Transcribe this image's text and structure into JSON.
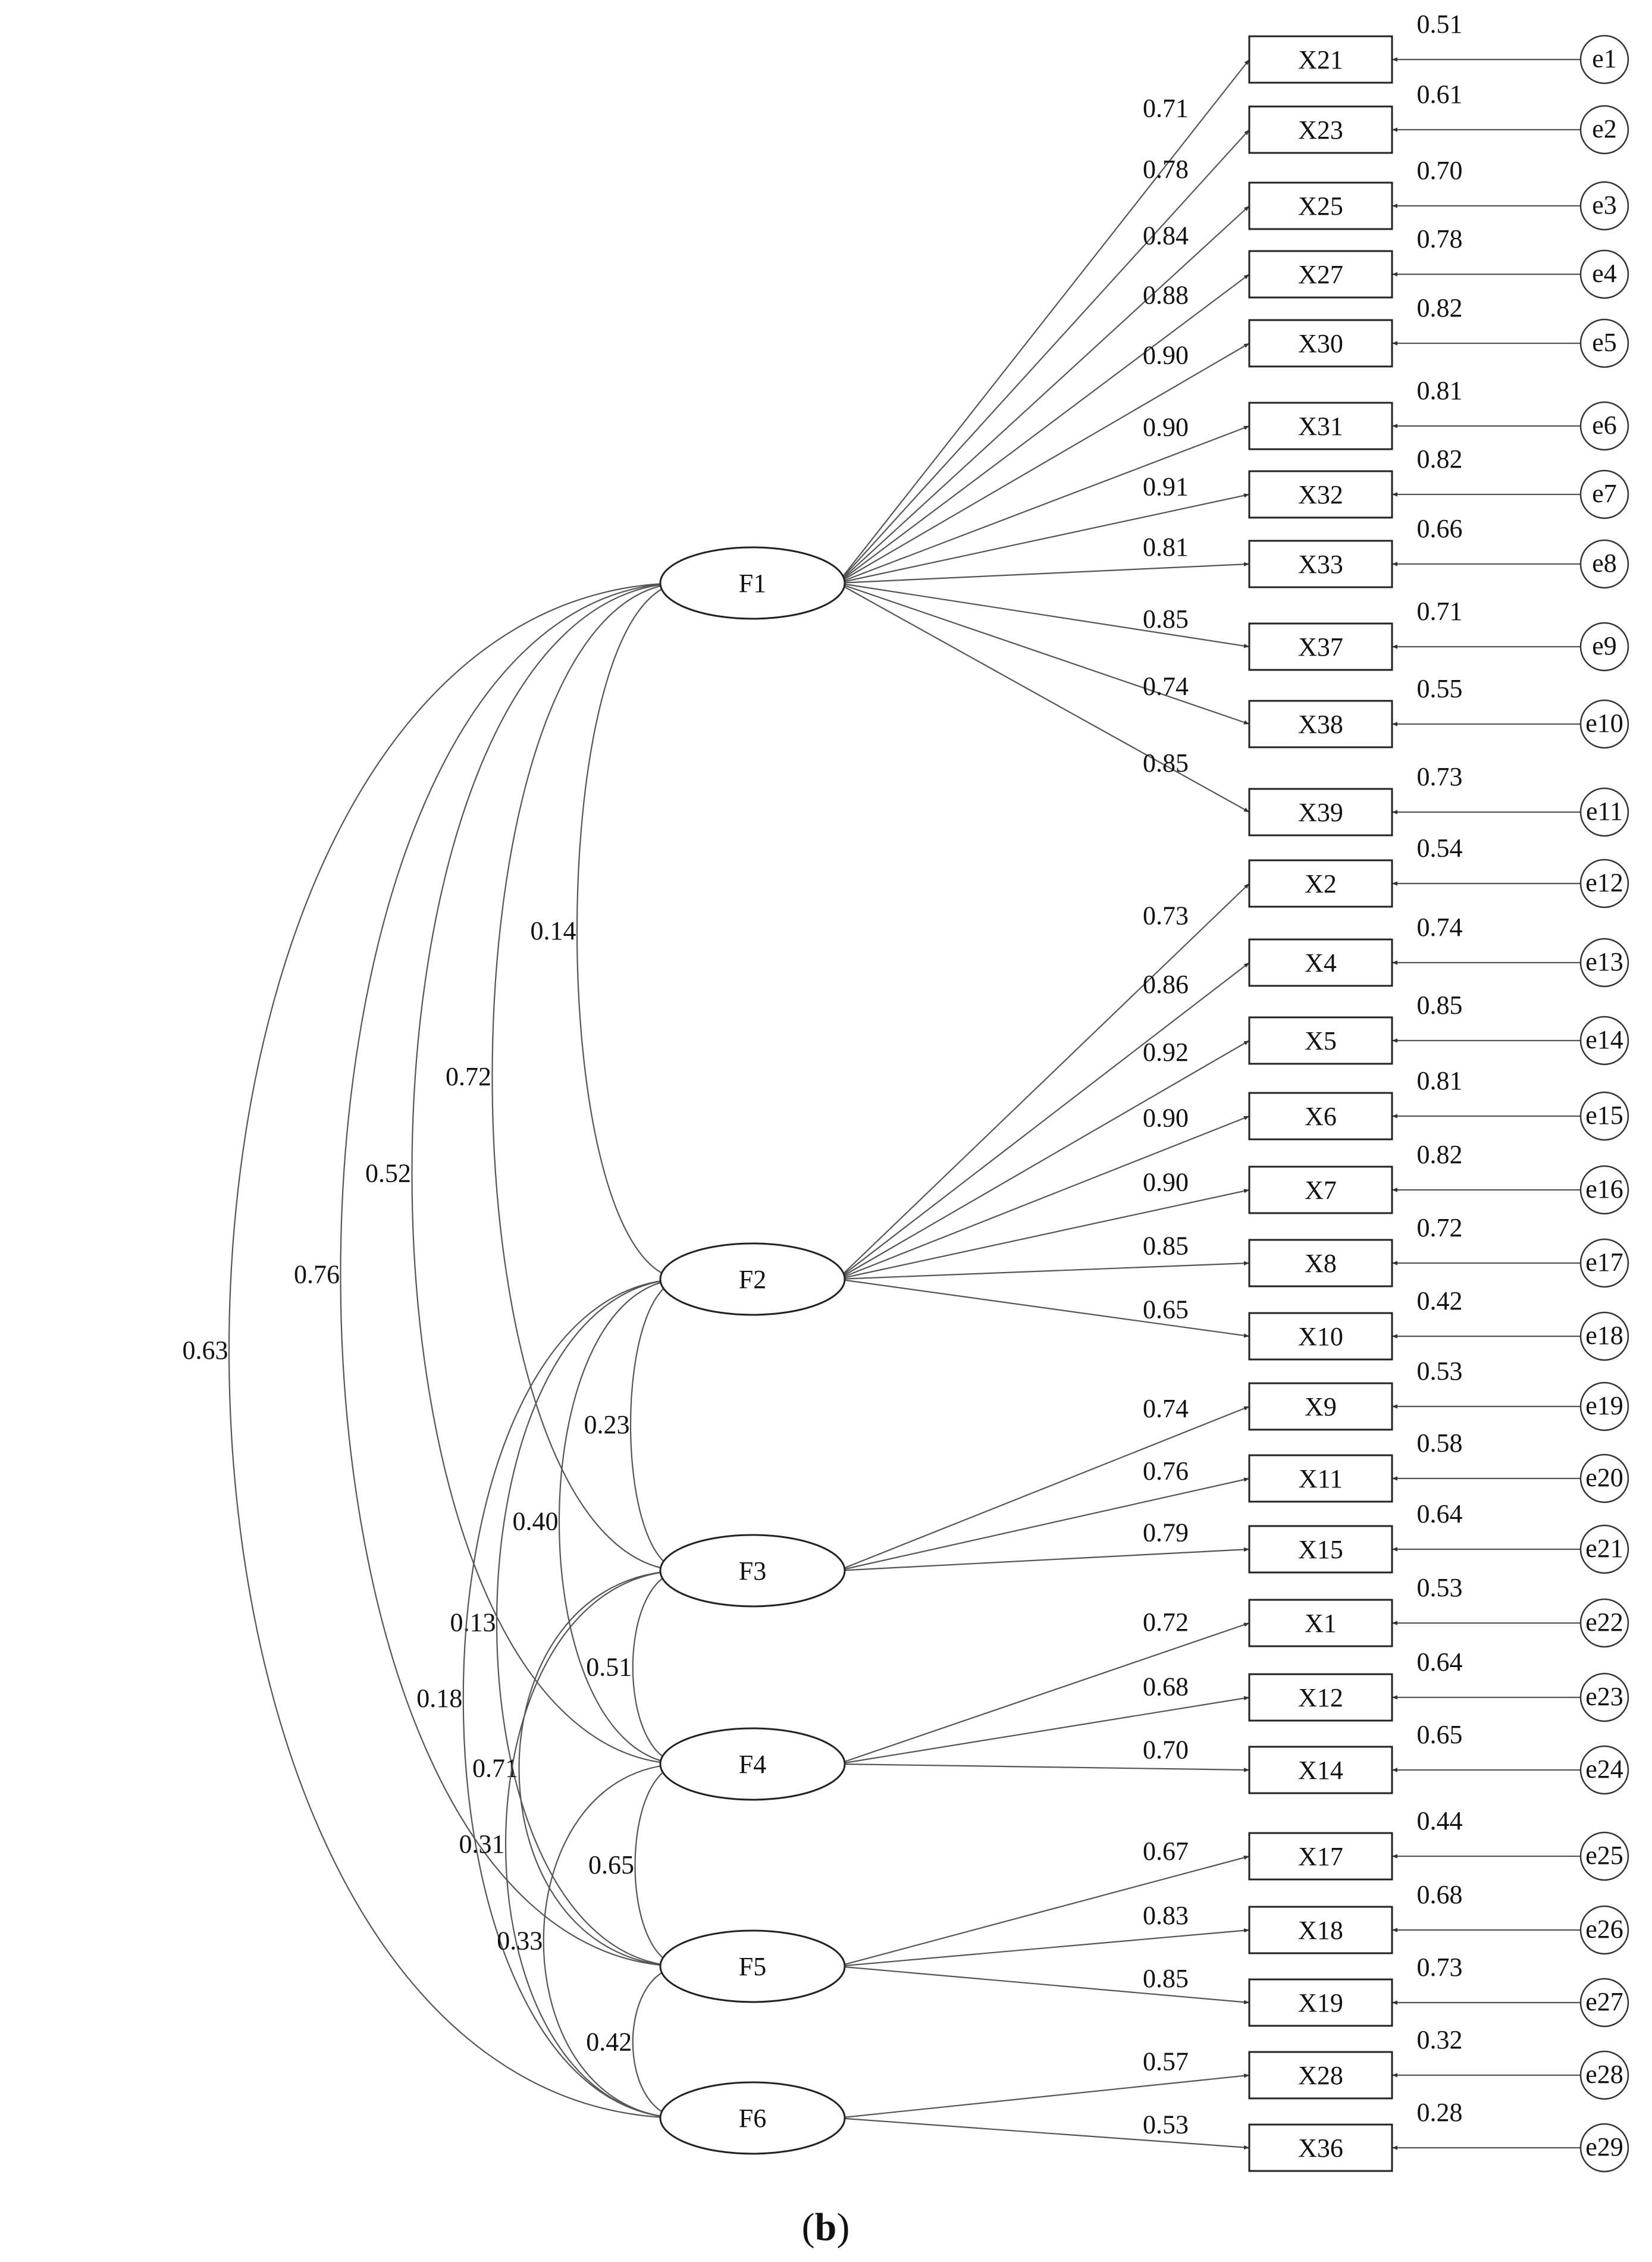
{
  "factors": [
    {
      "id": "F1",
      "label": "F1"
    },
    {
      "id": "F2",
      "label": "F2"
    },
    {
      "id": "F3",
      "label": "F3"
    },
    {
      "id": "F4",
      "label": "F4"
    },
    {
      "id": "F5",
      "label": "F5"
    },
    {
      "id": "F6",
      "label": "F6"
    }
  ],
  "indicators": [
    {
      "label": "X21",
      "factor": "F1",
      "loading": "0.71",
      "r2": "0.51",
      "error": "e1"
    },
    {
      "label": "X23",
      "factor": "F1",
      "loading": "0.78",
      "r2": "0.61",
      "error": "e2"
    },
    {
      "label": "X25",
      "factor": "F1",
      "loading": "0.84",
      "r2": "0.70",
      "error": "e3"
    },
    {
      "label": "X27",
      "factor": "F1",
      "loading": "0.88",
      "r2": "0.78",
      "error": "e4"
    },
    {
      "label": "X30",
      "factor": "F1",
      "loading": "0.90",
      "r2": "0.82",
      "error": "e5"
    },
    {
      "label": "X31",
      "factor": "F1",
      "loading": "0.90",
      "r2": "0.81",
      "error": "e6"
    },
    {
      "label": "X32",
      "factor": "F1",
      "loading": "0.91",
      "r2": "0.82",
      "error": "e7"
    },
    {
      "label": "X33",
      "factor": "F1",
      "loading": "0.81",
      "r2": "0.66",
      "error": "e8"
    },
    {
      "label": "X37",
      "factor": "F1",
      "loading": "0.85",
      "r2": "0.71",
      "error": "e9"
    },
    {
      "label": "X38",
      "factor": "F1",
      "loading": "0.74",
      "r2": "0.55",
      "error": "e10"
    },
    {
      "label": "X39",
      "factor": "F1",
      "loading": "0.85",
      "r2": "0.73",
      "error": "e11"
    },
    {
      "label": "X2",
      "factor": "F2",
      "loading": "0.73",
      "r2": "0.54",
      "error": "e12"
    },
    {
      "label": "X4",
      "factor": "F2",
      "loading": "0.86",
      "r2": "0.74",
      "error": "e13"
    },
    {
      "label": "X5",
      "factor": "F2",
      "loading": "0.92",
      "r2": "0.85",
      "error": "e14"
    },
    {
      "label": "X6",
      "factor": "F2",
      "loading": "0.90",
      "r2": "0.81",
      "error": "e15"
    },
    {
      "label": "X7",
      "factor": "F2",
      "loading": "0.90",
      "r2": "0.82",
      "error": "e16"
    },
    {
      "label": "X8",
      "factor": "F2",
      "loading": "0.85",
      "r2": "0.72",
      "error": "e17"
    },
    {
      "label": "X10",
      "factor": "F2",
      "loading": "0.65",
      "r2": "0.42",
      "error": "e18"
    },
    {
      "label": "X9",
      "factor": "F3",
      "loading": "0.74",
      "r2": "0.53",
      "error": "e19"
    },
    {
      "label": "X11",
      "factor": "F3",
      "loading": "0.76",
      "r2": "0.58",
      "error": "e20"
    },
    {
      "label": "X15",
      "factor": "F3",
      "loading": "0.79",
      "r2": "0.64",
      "error": "e21"
    },
    {
      "label": "X1",
      "factor": "F4",
      "loading": "0.72",
      "r2": "0.53",
      "error": "e22"
    },
    {
      "label": "X12",
      "factor": "F4",
      "loading": "0.68",
      "r2": "0.64",
      "error": "e23"
    },
    {
      "label": "X14",
      "factor": "F4",
      "loading": "0.70",
      "r2": "0.65",
      "error": "e24"
    },
    {
      "label": "X17",
      "factor": "F5",
      "loading": "0.67",
      "r2": "0.44",
      "error": "e25"
    },
    {
      "label": "X18",
      "factor": "F5",
      "loading": "0.83",
      "r2": "0.68",
      "error": "e26"
    },
    {
      "label": "X19",
      "factor": "F5",
      "loading": "0.85",
      "r2": "0.73",
      "error": "e27"
    },
    {
      "label": "X28",
      "factor": "F6",
      "loading": "0.57",
      "r2": "0.32",
      "error": "e28"
    },
    {
      "label": "X36",
      "factor": "F6",
      "loading": "0.53",
      "r2": "0.28",
      "error": "e29"
    }
  ],
  "correlations": [
    {
      "from": "F1",
      "to": "F2",
      "value": "0.14"
    },
    {
      "from": "F1",
      "to": "F3",
      "value": "0.72"
    },
    {
      "from": "F1",
      "to": "F4",
      "value": "0.52"
    },
    {
      "from": "F1",
      "to": "F5",
      "value": "0.76"
    },
    {
      "from": "F1",
      "to": "F6",
      "value": "0.63"
    },
    {
      "from": "F2",
      "to": "F3",
      "value": "0.23"
    },
    {
      "from": "F2",
      "to": "F4",
      "value": "0.40"
    },
    {
      "from": "F2",
      "to": "F5",
      "value": "0.13"
    },
    {
      "from": "F2",
      "to": "F6",
      "value": "0.18"
    },
    {
      "from": "F3",
      "to": "F4",
      "value": "0.51"
    },
    {
      "from": "F3",
      "to": "F5",
      "value": "0.71"
    },
    {
      "from": "F3",
      "to": "F6",
      "value": "0.31"
    },
    {
      "from": "F4",
      "to": "F5",
      "value": "0.65"
    },
    {
      "from": "F4",
      "to": "F6",
      "value": "0.33"
    },
    {
      "from": "F5",
      "to": "F6",
      "value": "0.42"
    }
  ],
  "caption": {
    "prefix": "(",
    "letter": "b",
    "suffix": ")"
  }
}
